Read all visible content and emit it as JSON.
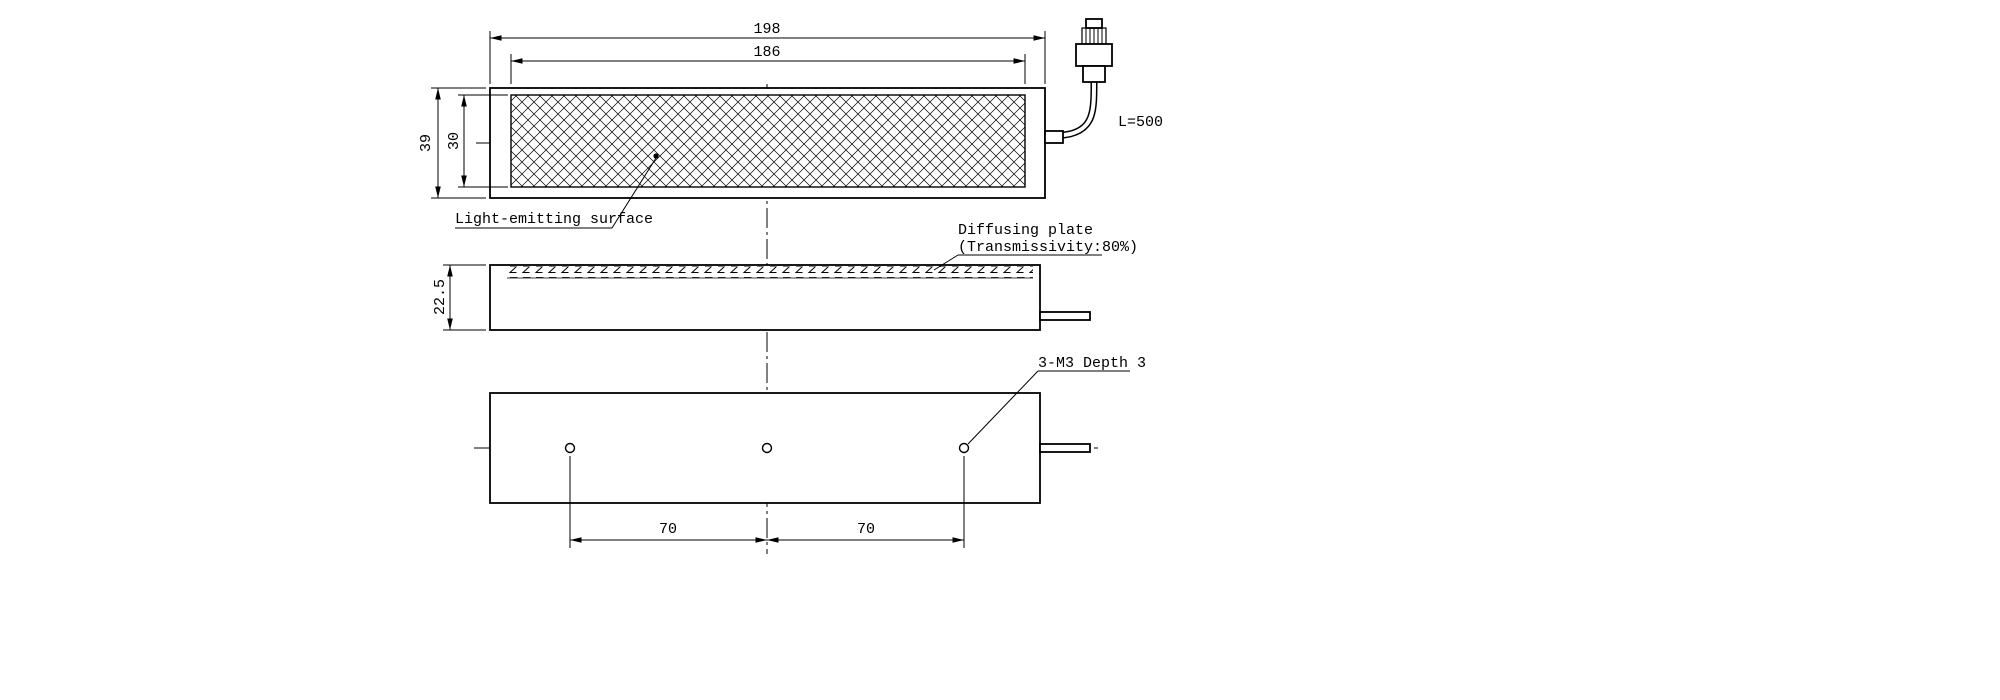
{
  "labels": {
    "light_emitting_surface": "Light-emitting surface",
    "diffusing_plate": "Diffusing plate",
    "diffusing_plate_transmissivity": "(Transmissivity:80%)",
    "mounting_holes": "3-M3 Depth 3",
    "cable_length": "L=500"
  },
  "dimensions": {
    "outer_width": "198",
    "emitting_width": "186",
    "outer_height": "39",
    "emitting_height": "30",
    "body_thickness": "22.5",
    "hole_pitch_left": "70",
    "hole_pitch_right": "70"
  },
  "colors": {
    "line": "#000000",
    "background": "#ffffff"
  }
}
